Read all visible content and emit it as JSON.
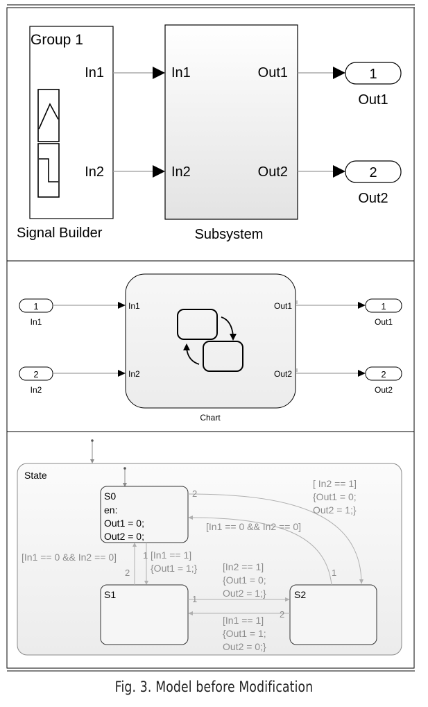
{
  "figure": {
    "caption": "Fig. 3. Model before Modification",
    "colors": {
      "line": "#000000",
      "gray_text": "#8c8c8c",
      "gray_line": "#a8a8a8"
    }
  },
  "panel_top": {
    "signal_builder": {
      "group_label": "Group 1",
      "port1": "In1",
      "port2": "In2",
      "name": "Signal Builder",
      "icon": "signal-waveform-icon"
    },
    "subsystem": {
      "in1": "In1",
      "in2": "In2",
      "out1": "Out1",
      "out2": "Out2",
      "name": "Subsystem"
    },
    "outport1": {
      "number": "1",
      "name": "Out1"
    },
    "outport2": {
      "number": "2",
      "name": "Out2"
    }
  },
  "panel_mid": {
    "inport1": {
      "number": "1",
      "name": "In1"
    },
    "inport2": {
      "number": "2",
      "name": "In2"
    },
    "chart": {
      "in1": "In1",
      "in2": "In2",
      "out1": "Out1",
      "out2": "Out2",
      "name": "Chart",
      "icon": "stateflow-icon"
    },
    "outport1": {
      "number": "1",
      "name": "Out1"
    },
    "outport2": {
      "number": "2",
      "name": "Out2"
    }
  },
  "panel_bottom": {
    "state_label": "State",
    "s0": {
      "name": "S0",
      "line1": "en:",
      "line2": "Out1 = 0;",
      "line3": "Out2 = 0;"
    },
    "s1": {
      "name": "S1"
    },
    "s2": {
      "name": "S2"
    },
    "t_s0_s2": {
      "order": "2",
      "l1": "[ In2 == 1]",
      "l2": "{Out1 = 0;",
      "l3": "Out2 = 1;}"
    },
    "t_s2_s0": {
      "order": "1",
      "l1": "[In1 == 0 && In2 == 0]"
    },
    "t_s1_s0": {
      "order": "2",
      "l1": "[In1 == 0 && In2 == 0]"
    },
    "t_s0_s1": {
      "order": "1",
      "l1": "[In1 == 1]",
      "l2": "{Out1 = 1;}"
    },
    "t_s1_s2": {
      "order": "1",
      "l1": "[In2 == 1]",
      "l2": "{Out1 = 0;",
      "l3": "Out2 = 1;}"
    },
    "t_s2_s1": {
      "order": "2",
      "l1": "[In1 == 1]",
      "l2": "{Out1 = 1;",
      "l3": "Out2 = 0;}"
    }
  }
}
